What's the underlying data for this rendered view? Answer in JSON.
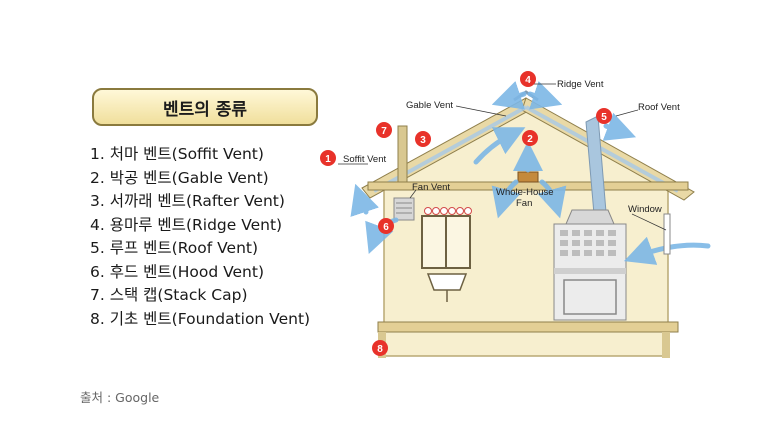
{
  "title": "벤트의 종류",
  "list": [
    "1. 처마 벤트(Soffit Vent)",
    "2. 박공 벤트(Gable Vent)",
    "3. 서까래 벤트(Rafter Vent)",
    "4. 용마루 벤트(Ridge Vent)",
    "5. 루프 벤트(Roof Vent)",
    "6. 후드 벤트(Hood Vent)",
    "7. 스택 캡(Stack Cap)",
    "8. 기초 벤트(Foundation Vent)"
  ],
  "source": "출처 : Google",
  "diagram": {
    "labels": {
      "ridge_vent": "Ridge Vent",
      "gable_vent": "Gable Vent",
      "roof_vent": "Roof Vent",
      "soffit_vent": "Soffit Vent",
      "fan_vent": "Fan Vent",
      "whole_house_line1": "Whole-House",
      "whole_house_line2": "Fan",
      "window": "Window"
    },
    "badges": [
      "1",
      "2",
      "3",
      "4",
      "5",
      "6",
      "7",
      "8"
    ],
    "colors": {
      "badge": "#e8322a",
      "airflow": "#7db7e6",
      "house_wall": "#f7efcf",
      "roof_rafter": "#e9d9a6"
    }
  }
}
